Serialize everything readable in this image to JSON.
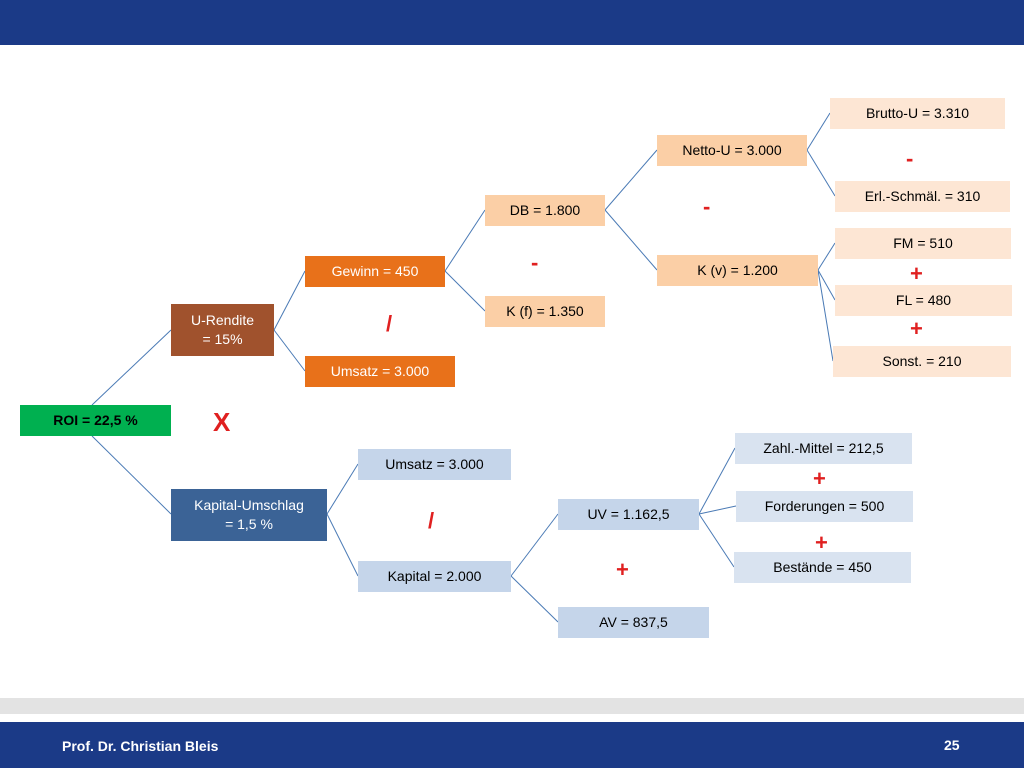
{
  "colors": {
    "bar": "#1b3a87",
    "roi": "#00b050",
    "brown": "#a0522d",
    "orange": "#e8711a",
    "peach": "#fbcfa6",
    "light_peach": "#fde6d4",
    "steel": "#3b6396",
    "light_blue": "#c5d5ea",
    "lighter_blue": "#d9e3f0",
    "connector": "#4a7ab5",
    "operator": "#e02020"
  },
  "nodes": {
    "roi": "ROI = 22,5 %",
    "u_rendite": "U-Rendite\n= 15%",
    "kapital_umschlag": "Kapital-Umschlag\n= 1,5 %",
    "gewinn": "Gewinn = 450",
    "umsatz_top": "Umsatz = 3.000",
    "db": "DB = 1.800",
    "k_f": "K (f) = 1.350",
    "netto_u": "Netto-U = 3.000",
    "k_v": "K (v) = 1.200",
    "brutto_u": "Brutto-U = 3.310",
    "erl_schmael": "Erl.-Schmäl. = 310",
    "fm": "FM = 510",
    "fl": "FL = 480",
    "sonst": "Sonst. = 210",
    "umsatz_bottom": "Umsatz = 3.000",
    "kapital": "Kapital = 2.000",
    "uv": "UV = 1.162,5",
    "av": "AV = 837,5",
    "zahl_mittel": "Zahl.-Mittel = 212,5",
    "forderungen": "Forderungen = 500",
    "bestaende": "Bestände = 450"
  },
  "operators": {
    "times": "X",
    "div_top": "/",
    "minus_db": "-",
    "minus_netto": "-",
    "minus_brutto": "-",
    "plus_fm": "+",
    "plus_fl": "+",
    "div_bottom": "/",
    "plus_uv_av": "+",
    "plus_zahl": "+",
    "plus_ford": "+"
  },
  "footer": {
    "author": "Prof. Dr. Christian Bleis",
    "page_number": "25"
  }
}
